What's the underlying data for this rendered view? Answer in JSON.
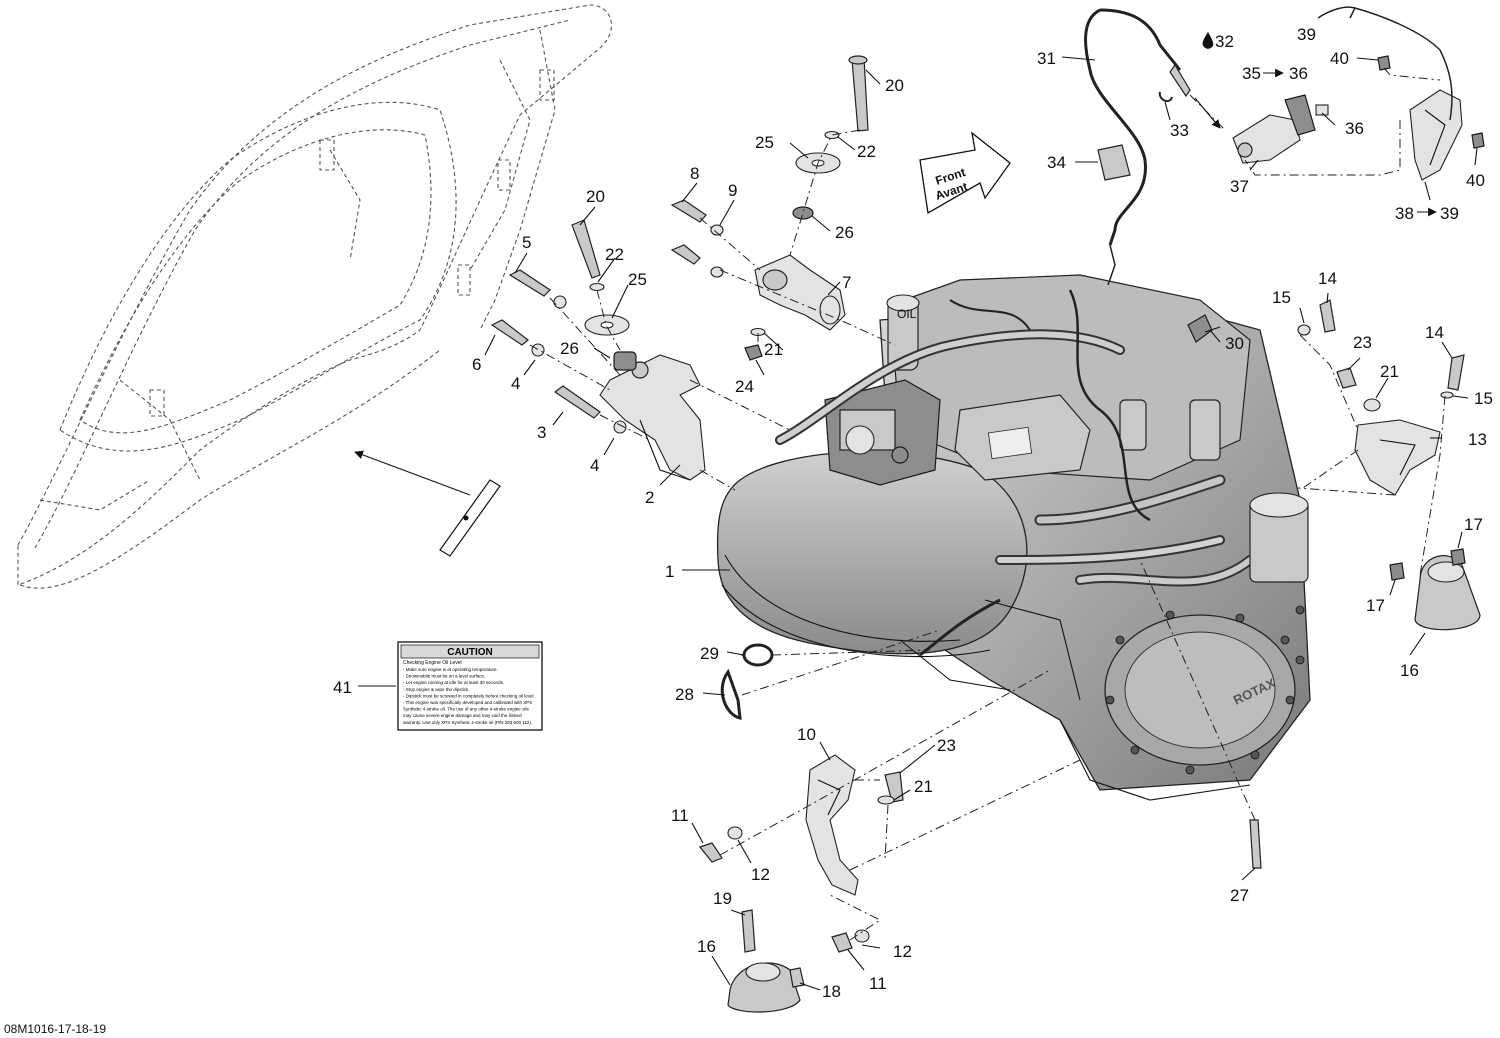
{
  "diagram": {
    "reference": "08M1016-17-18-19",
    "front_arrow": {
      "line1": "Front",
      "line2": "Avant"
    },
    "caution_label": {
      "title": "CAUTION",
      "subtitle": "Checking Engine Oil Level",
      "lines": [
        "- Make sure engine is at operating temperature.",
        "- Snowmobile must be on a level surface.",
        "- Let engine running at idle for at least 30 seconds.",
        "- Stop engine & wipe the dipstick.",
        "- Dipstick must be screwed in completely before checking oil level.",
        "- This engine was specifically developed and calibrated with XPS",
        "  Synthetic 4-stroke oil. The use of any other 4-stroke engine oils",
        "  may cause severe engine damage and may void the limited",
        "  warranty. Use only XPS Synthetic 4-stroke oil (P/N 293 600 112)."
      ]
    },
    "engine_marks": {
      "dipstick_cap": "OIL",
      "cover_logo": "ROTAX"
    },
    "callouts": [
      {
        "id": "c1",
        "text": "1"
      },
      {
        "id": "c2",
        "text": "2"
      },
      {
        "id": "c3",
        "text": "3"
      },
      {
        "id": "c4a",
        "text": "4"
      },
      {
        "id": "c4b",
        "text": "4"
      },
      {
        "id": "c5",
        "text": "5"
      },
      {
        "id": "c6",
        "text": "6"
      },
      {
        "id": "c7",
        "text": "7"
      },
      {
        "id": "c8",
        "text": "8"
      },
      {
        "id": "c9",
        "text": "9"
      },
      {
        "id": "c10",
        "text": "10"
      },
      {
        "id": "c11a",
        "text": "11"
      },
      {
        "id": "c11b",
        "text": "11"
      },
      {
        "id": "c12a",
        "text": "12"
      },
      {
        "id": "c12b",
        "text": "12"
      },
      {
        "id": "c13",
        "text": "13"
      },
      {
        "id": "c14a",
        "text": "14"
      },
      {
        "id": "c14b",
        "text": "14"
      },
      {
        "id": "c15a",
        "text": "15"
      },
      {
        "id": "c15b",
        "text": "15"
      },
      {
        "id": "c16a",
        "text": "16"
      },
      {
        "id": "c16b",
        "text": "16"
      },
      {
        "id": "c17a",
        "text": "17"
      },
      {
        "id": "c17b",
        "text": "17"
      },
      {
        "id": "c18",
        "text": "18"
      },
      {
        "id": "c19",
        "text": "19"
      },
      {
        "id": "c20a",
        "text": "20"
      },
      {
        "id": "c20b",
        "text": "20"
      },
      {
        "id": "c21a",
        "text": "21"
      },
      {
        "id": "c21b",
        "text": "21"
      },
      {
        "id": "c21c",
        "text": "21"
      },
      {
        "id": "c22a",
        "text": "22"
      },
      {
        "id": "c22b",
        "text": "22"
      },
      {
        "id": "c23a",
        "text": "23"
      },
      {
        "id": "c23b",
        "text": "23"
      },
      {
        "id": "c24",
        "text": "24"
      },
      {
        "id": "c25a",
        "text": "25"
      },
      {
        "id": "c25b",
        "text": "25"
      },
      {
        "id": "c26a",
        "text": "26"
      },
      {
        "id": "c26b",
        "text": "26"
      },
      {
        "id": "c27",
        "text": "27"
      },
      {
        "id": "c28",
        "text": "28"
      },
      {
        "id": "c29",
        "text": "29"
      },
      {
        "id": "c30",
        "text": "30"
      },
      {
        "id": "c31",
        "text": "31"
      },
      {
        "id": "c32",
        "text": "32"
      },
      {
        "id": "c33",
        "text": "33"
      },
      {
        "id": "c34",
        "text": "34"
      },
      {
        "id": "c35",
        "text": "35"
      },
      {
        "id": "c36a",
        "text": "36"
      },
      {
        "id": "c36b",
        "text": "36"
      },
      {
        "id": "c37",
        "text": "37"
      },
      {
        "id": "c38",
        "text": "38"
      },
      {
        "id": "c39a",
        "text": "39"
      },
      {
        "id": "c39b",
        "text": "39"
      },
      {
        "id": "c40a",
        "text": "40"
      },
      {
        "id": "c40b",
        "text": "40"
      },
      {
        "id": "c41",
        "text": "41"
      }
    ],
    "colors": {
      "line": "#111111",
      "part_fill": "#c9c9c9",
      "part_dark": "#8d8d8d",
      "background": "#ffffff"
    }
  }
}
